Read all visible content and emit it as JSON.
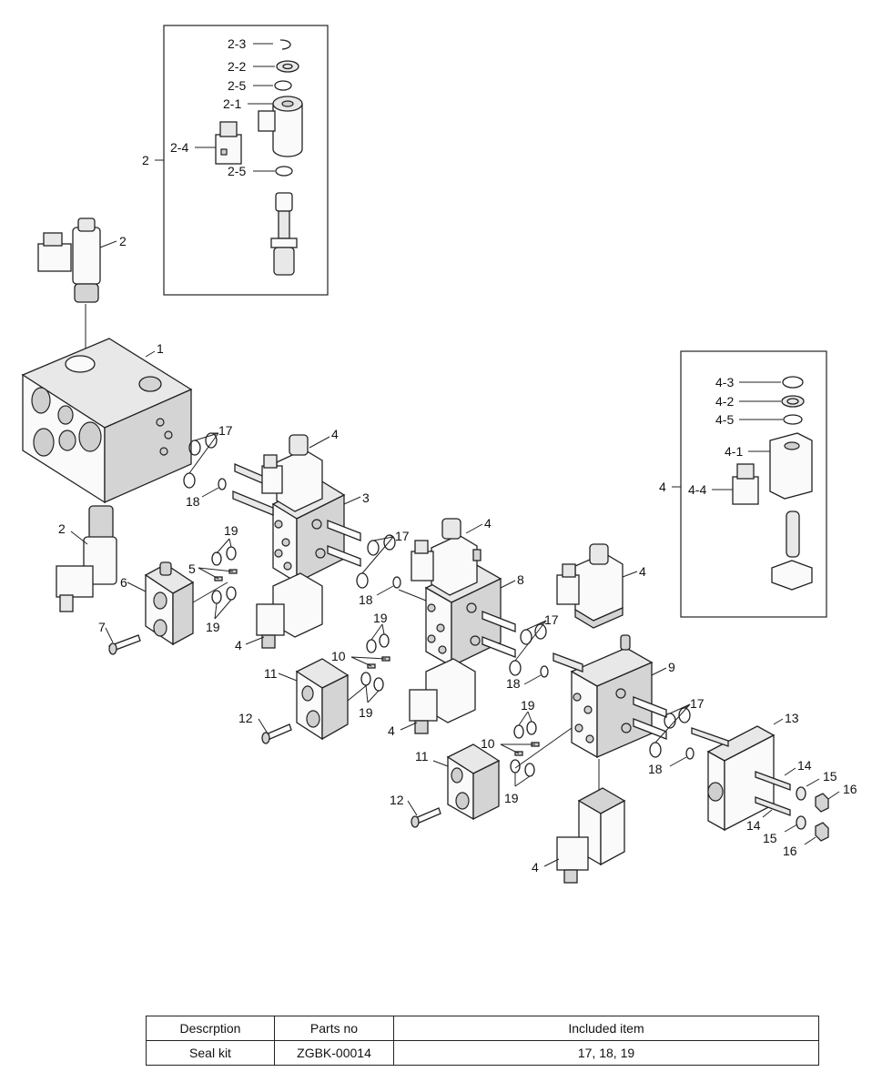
{
  "callouts": {
    "c1": "1",
    "c2a": "2",
    "c2b": "2",
    "c2box": "2",
    "c2_1": "2-1",
    "c2_2": "2-2",
    "c2_3": "2-3",
    "c2_4": "2-4",
    "c2_5a": "2-5",
    "c2_5b": "2-5",
    "c3": "3",
    "c4a": "4",
    "c4b": "4",
    "c4c": "4",
    "c4d": "4",
    "c4e": "4",
    "c4f": "4",
    "c4box": "4",
    "c4_1": "4-1",
    "c4_2": "4-2",
    "c4_3": "4-3",
    "c4_4": "4-4",
    "c4_5": "4-5",
    "c5": "5",
    "c6": "6",
    "c7": "7",
    "c8": "8",
    "c9": "9",
    "c10a": "10",
    "c10b": "10",
    "c11a": "11",
    "c11b": "11",
    "c12a": "12",
    "c12b": "12",
    "c13": "13",
    "c14a": "14",
    "c14b": "14",
    "c15a": "15",
    "c15b": "15",
    "c16a": "16",
    "c16b": "16",
    "c17a": "17",
    "c17b": "17",
    "c17c": "17",
    "c17d": "17",
    "c18a": "18",
    "c18b": "18",
    "c18c": "18",
    "c18d": "18",
    "c19a": "19",
    "c19b": "19",
    "c19c": "19",
    "c19d": "19",
    "c19e": "19",
    "c19f": "19"
  },
  "table": {
    "headers": [
      "Descrption",
      "Parts no",
      "Included item"
    ],
    "rows": [
      [
        "Seal kit",
        "ZGBK-00014",
        "17, 18, 19"
      ]
    ]
  }
}
